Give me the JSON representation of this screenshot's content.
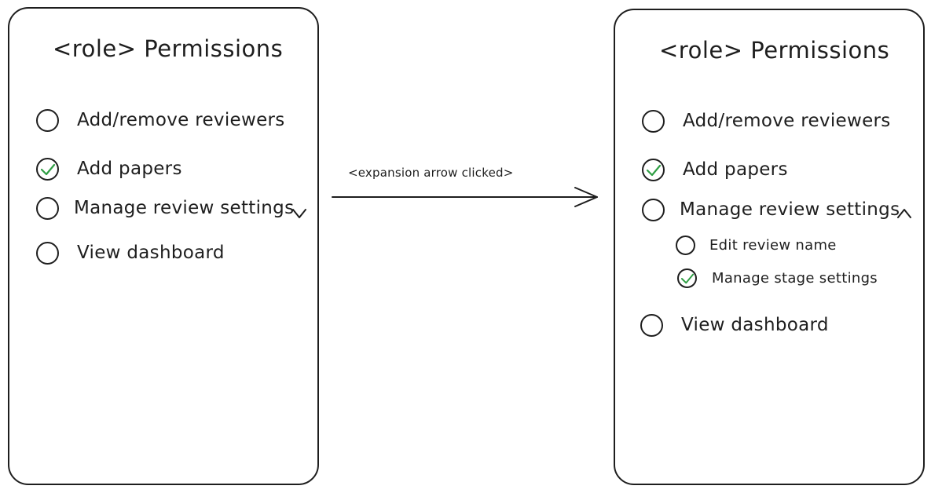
{
  "left_panel": {
    "title": "<role> Permissions",
    "items": [
      {
        "label": "Add/remove reviewers",
        "checked": false
      },
      {
        "label": "Add papers",
        "checked": true
      },
      {
        "label": "Manage review settings",
        "checked": false,
        "expander": "chevron-down"
      },
      {
        "label": "View dashboard",
        "checked": false
      }
    ]
  },
  "transition": {
    "label": "<expansion arrow clicked>"
  },
  "right_panel": {
    "title": "<role> Permissions",
    "items": [
      {
        "label": "Add/remove reviewers",
        "checked": false
      },
      {
        "label": "Add papers",
        "checked": true
      },
      {
        "label": "Manage review settings",
        "checked": false,
        "expander": "chevron-up"
      },
      {
        "label": "View dashboard",
        "checked": false
      }
    ],
    "sub_items": [
      {
        "label": "Edit review name",
        "checked": false
      },
      {
        "label": "Manage stage settings",
        "checked": true
      }
    ]
  },
  "colors": {
    "stroke": "#1e1e1e",
    "check": "#2f9e44",
    "background": "#ffffff"
  }
}
